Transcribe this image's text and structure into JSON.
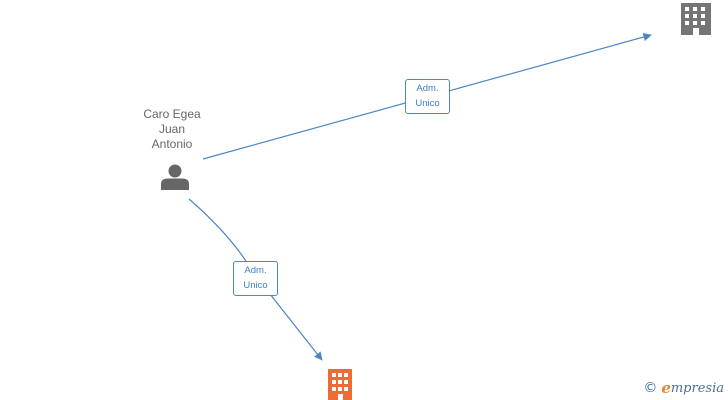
{
  "person": {
    "name_lines": [
      "Caro Egea",
      "Juan",
      "Antonio"
    ],
    "icon": "person-icon"
  },
  "companies": [
    {
      "icon": "building-icon",
      "color": "#757575"
    },
    {
      "icon": "building-icon",
      "color": "#f06a35"
    }
  ],
  "relations": [
    {
      "from": "person",
      "to": "company-1",
      "label_lines": [
        "Adm.",
        "Unico"
      ]
    },
    {
      "from": "person",
      "to": "company-2",
      "label_lines": [
        "Adm.",
        "Unico"
      ]
    }
  ],
  "colors": {
    "edge": "#4a86c8",
    "label_text": "#3b7fc4",
    "person": "#666666"
  },
  "footer": {
    "copyright_symbol": "©",
    "brand_initial": "e",
    "brand_rest": "mpresia"
  }
}
